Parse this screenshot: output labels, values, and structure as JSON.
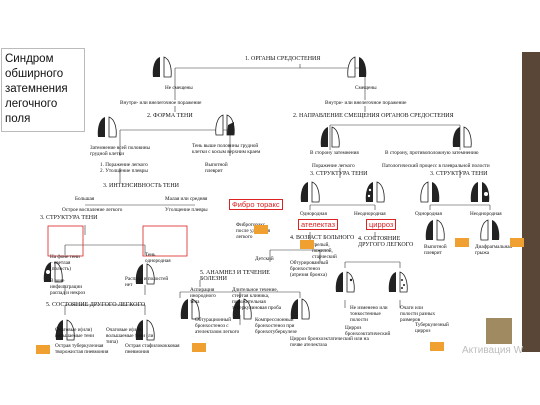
{
  "title": "Синдром обширного затемнения легочного поля",
  "nodes": {
    "n1": "1. ОРГАНЫ СРЕДОСТЕНИЯ",
    "not_shifted": "Не смещены",
    "shifted": "Смещены",
    "in_out": "Внутри- или внелегочное поражение",
    "in_out_r": "Внутри- или внелегочное поражение",
    "n2_form": "2. ФОРМА ТЕНИ",
    "n2_dir": "2. НАПРАВЛЕНИЕ СМЕЩЕНИЯ ОРГАНОВ СРЕДОСТЕНИЯ",
    "dark_half": "Затемнение всей половины грудной клетки",
    "shadow_lower": "Тень выше половины грудной клетки с косым верхним краем",
    "lung_lesion": "1. Поражение легкого\n2. Утолщение плевры",
    "effusion": "Выпотной плеврит",
    "toward": "В сторону затемнения",
    "away": "В сторону, противоположную затемнению",
    "lung_lesion2": "Поражение легкого",
    "pathol": "Патологический процесс в плевральной полости",
    "n3_int": "3. ИНТЕНСИВНОСТЬ ТЕНИ",
    "large": "Большая",
    "small_mid": "Малая или средняя",
    "acute": "Острое воспаление легкого",
    "pleura_thick": "Утолщение плевры",
    "fibrothorax": "Фибро торакс",
    "fibro_after": "Фиброторакс после удаления легкого",
    "n3_str_l": "3. СТРУКТУРА ТЕНИ",
    "n3_str_m": "3. СТРУКТУРА ТЕНИ",
    "n3_str_r": "3. СТРУКТУРА ТЕНИ",
    "uniform": "Однородная",
    "nonuniform": "Неоднородная",
    "uniform_r": "Однородная",
    "nonuniform_r": "Неоднородная",
    "atelectasis": "ателектаз",
    "cirrhosis": "цирроз",
    "n4_age": "4. ВОЗРАСТ БОЛЬНОГО",
    "n4_state": "4. СОСТОЯНИЕ ДРУГОГО ЛЕГКОГО",
    "child": "Детский",
    "mature": "Зрелый, пожилой, старческий",
    "no_change": "Не изменено или тонкостенные полости",
    "foci": "Очаги или полости разных размеров",
    "effusion_r": "Выпотной плеврит",
    "diaphragm": "Диафрагмальная грыжа",
    "on_shadow": "На фоне тени – светлая (полость)",
    "shadow_uniform": "Тень однородная",
    "in_infiltr": "В зоне инфильтрации распад и некроз",
    "decay": "Распада и полостей нет",
    "n5_state": "5. СОСТОЯНИЕ ДРУГОГО ЛЕГКОГО",
    "n5_anam": "5. АНАМНЕЗ И ТЕЧЕНИЕ БОЛЕЗНИ",
    "obstr": "Обтурированный бронхостеноз (атрезия бронха)",
    "cirrh_fibro": "Цирроз бронхоэктатический",
    "tb_cirrh": "Туберкулезный цирроз",
    "aspir": "Аспирация инородного тела",
    "long_course": "Длительное течение, стертая клиника, положительная туберкулиновая проба",
    "obstr2": "Обтурационный бронхостеноз с ателектазом легкого",
    "compr": "Компрессионный бронхостеноз при бронхотуберкулезе",
    "foci_small": "Очаговые и(или) вольшаемые тени",
    "foci_small2": "Очаговые и(или) вольшаемые тени (ли типа)",
    "acute_tb": "Острая туберкулезная творожистая пневмония",
    "acute_staph": "Острая стафилококковая пневмония",
    "cirrh_by_cond": "Цирроз бронхоэктатический или на почве ателектаза",
    "watermark": "Активация W"
  },
  "colors": {
    "red": "#dd2222",
    "orange": "#f0a030",
    "frame": "#5a4637"
  }
}
